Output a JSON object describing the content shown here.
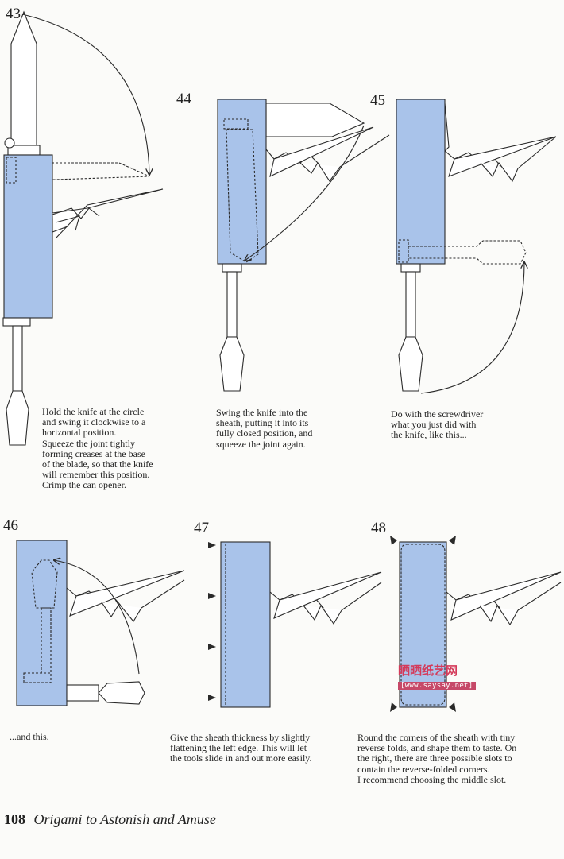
{
  "steps": [
    {
      "number": "43",
      "caption": "Hold the knife at the circle\nand swing it clockwise to a\nhorizontal position.\nSqueeze the joint tightly\nforming creases at the base\nof the blade, so that the knife\nwill remember this position.\nCrimp the can opener."
    },
    {
      "number": "44",
      "caption": "Swing the knife into the\nsheath, putting it into its\nfully closed position, and\nsqueeze the joint again."
    },
    {
      "number": "45",
      "caption": "Do with the screwdriver\nwhat you just did with\nthe knife, like this..."
    },
    {
      "number": "46",
      "caption": "...and this."
    },
    {
      "number": "47",
      "caption": "Give the sheath thickness by slightly\nflattening the left edge.  This will let\nthe tools slide in and out more easily."
    },
    {
      "number": "48",
      "caption": "Round the corners of the sheath with tiny\nreverse folds, and shape them to taste.  On\nthe right, there are three possible slots to\ncontain the reverse-folded corners.\nI recommend choosing the middle slot."
    }
  ],
  "footer": {
    "page_number": "108",
    "book_title": "Origami to Astonish and Amuse"
  },
  "watermark": {
    "brand": "晒晒纸艺网",
    "url": "[www.saysay.net]"
  },
  "colors": {
    "sheath_fill": "#a9c3ea",
    "line": "#2a2a2a",
    "watermark_red": "#d43a5a",
    "watermark_blue": "#2a6fd0"
  }
}
